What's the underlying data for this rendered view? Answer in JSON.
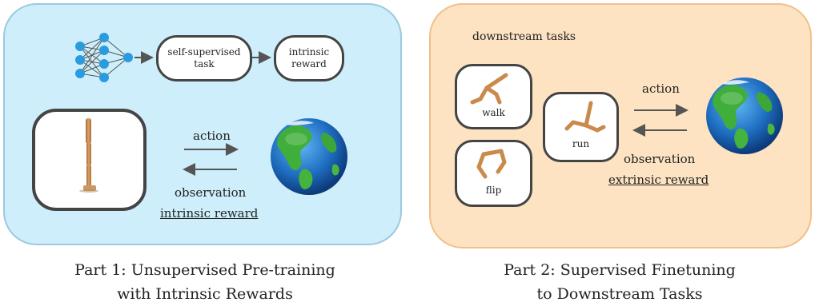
{
  "part1": {
    "task_box": "self-supervised\ntask",
    "reward_box": "intrinsic\nreward",
    "action": "action",
    "observation": "observation",
    "reward": "intrinsic reward",
    "caption_line1": "Part 1: Unsupervised Pre-training",
    "caption_line2": "with Intrinsic Rewards"
  },
  "part2": {
    "header": "downstream tasks",
    "walk": "walk",
    "flip": "flip",
    "run": "run",
    "action": "action",
    "observation": "observation",
    "reward": "extrinsic reward",
    "caption_line1": "Part 2: Supervised Finetuning",
    "caption_line2": "to Downstream Tasks"
  },
  "colors": {
    "panel1_bg": "#cdeefa",
    "panel2_bg": "#fde3c1",
    "network_nodes": "#2b9be0",
    "robot": "#c98a4b"
  },
  "icons": [
    "neural-network-icon",
    "globe-icon",
    "standing-robot-icon",
    "walker-robot-icon"
  ]
}
